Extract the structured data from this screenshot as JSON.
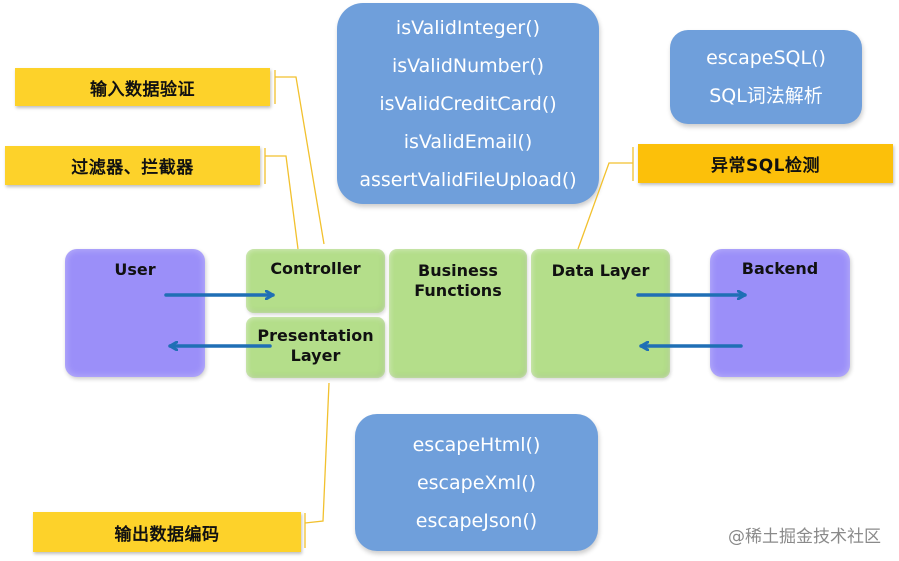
{
  "labels": {
    "input_validation": "输入数据验证",
    "filters_interceptors": "过滤器、拦截器",
    "abnormal_sql_detection": "异常SQL检测",
    "output_encoding": "输出数据编码"
  },
  "validation_functions": [
    "isValidInteger()",
    "isValidNumber()",
    "isValidCreditCard()",
    "isValidEmail()",
    "assertValidFileUpload()"
  ],
  "sql_functions": [
    "escapeSQL()",
    "SQL词法解析"
  ],
  "encoding_functions": [
    "escapeHtml()",
    "escapeXml()",
    "escapeJson()"
  ],
  "nodes": {
    "user": "User",
    "controller": "Controller",
    "presentation_line1": "Presentation",
    "presentation_line2": "Layer",
    "business_line1": "Business",
    "business_line2": "Functions",
    "data_layer": "Data Layer",
    "backend": "Backend"
  },
  "watermark": "@稀土掘金技术社区",
  "colors": {
    "label_yellow": "#fdd22a",
    "label_orange": "#fcc00a",
    "function_box_blue": "#6f9fdb",
    "endpoint_purple": "#9b8ff9",
    "layer_green": "#b4de8a",
    "arrow_blue": "#1f6fb5",
    "connector": "#f2c12e"
  }
}
